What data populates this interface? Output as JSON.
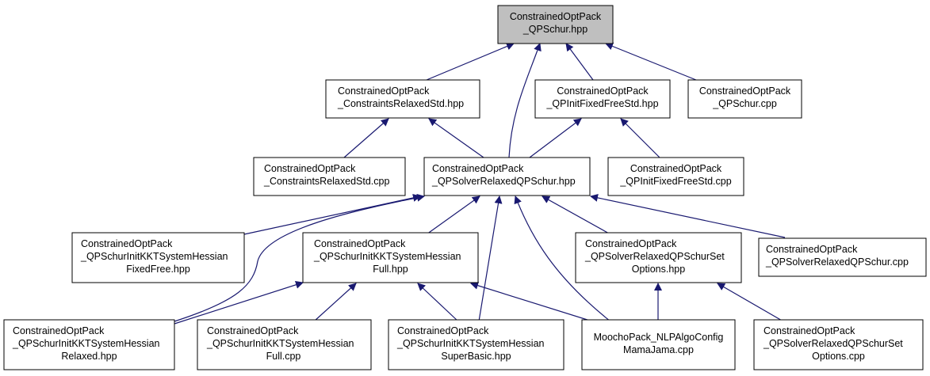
{
  "colors": {
    "edge": "#191970",
    "root_fill": "#bfbfbf",
    "node_fill": "#ffffff",
    "border": "#000000"
  },
  "nodes": {
    "root": [
      "ConstrainedOptPack",
      "_QPSchur.hpp"
    ],
    "crs_hpp": [
      "ConstrainedOptPack",
      "_ConstraintsRelaxedStd.hpp"
    ],
    "qpi_hpp": [
      "ConstrainedOptPack",
      "_QPInitFixedFreeStd.hpp"
    ],
    "qpschur_cpp": [
      "ConstrainedOptPack",
      "_QPSchur.cpp"
    ],
    "crs_cpp": [
      "ConstrainedOptPack",
      "_ConstraintsRelaxedStd.cpp"
    ],
    "solver_hpp": [
      "ConstrainedOptPack",
      "_QPSolverRelaxedQPSchur.hpp"
    ],
    "qpi_cpp": [
      "ConstrainedOptPack",
      "_QPInitFixedFreeStd.cpp"
    ],
    "ff_hpp": [
      "ConstrainedOptPack",
      "_QPSchurInitKKTSystemHessian",
      "FixedFree.hpp"
    ],
    "full_hpp": [
      "ConstrainedOptPack",
      "_QPSchurInitKKTSystemHessian",
      "Full.hpp"
    ],
    "setopt_hpp": [
      "ConstrainedOptPack",
      "_QPSolverRelaxedQPSchurSet",
      "Options.hpp"
    ],
    "solver_cpp": [
      "ConstrainedOptPack",
      "_QPSolverRelaxedQPSchur.cpp"
    ],
    "relaxed_hpp": [
      "ConstrainedOptPack",
      "_QPSchurInitKKTSystemHessian",
      "Relaxed.hpp"
    ],
    "full_cpp": [
      "ConstrainedOptPack",
      "_QPSchurInitKKTSystemHessian",
      "Full.cpp"
    ],
    "superbasic_hpp": [
      "ConstrainedOptPack",
      "_QPSchurInitKKTSystemHessian",
      "SuperBasic.hpp"
    ],
    "moocho_cpp": [
      "MoochoPack_NLPAlgoConfig",
      "MamaJama.cpp"
    ],
    "setopt_cpp": [
      "ConstrainedOptPack",
      "_QPSolverRelaxedQPSchurSet",
      "Options.cpp"
    ]
  }
}
